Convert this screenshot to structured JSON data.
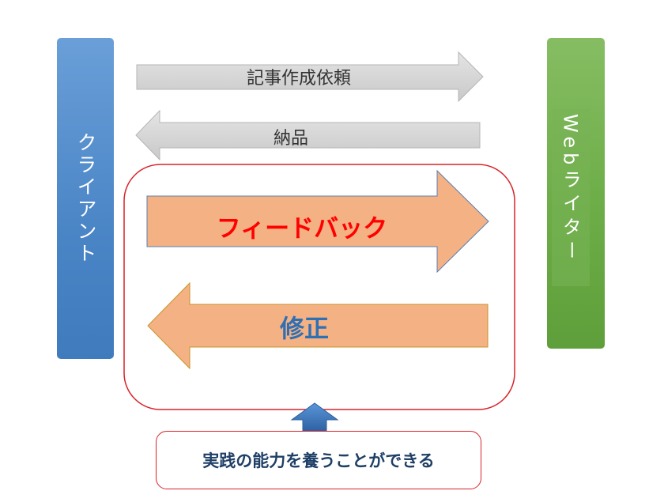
{
  "diagram": {
    "client_label": "クライアント",
    "writer_label": "Webライター",
    "request_label": "記事作成依頼",
    "delivery_label": "納品",
    "feedback_label": "フィードバック",
    "fix_label": "修正",
    "bottom_label": "実践の能力を養うことができる"
  },
  "colors": {
    "client_bar": "#4a85c6",
    "writer_bar": "#6cad47",
    "gray_arrow": "#d2d2d2",
    "orange_arrow": "#f4b183",
    "loop_border": "#d8232a",
    "feedback_text": "#ff0000",
    "fix_text": "#2f6fb3",
    "up_arrow": "#3d79bd"
  }
}
